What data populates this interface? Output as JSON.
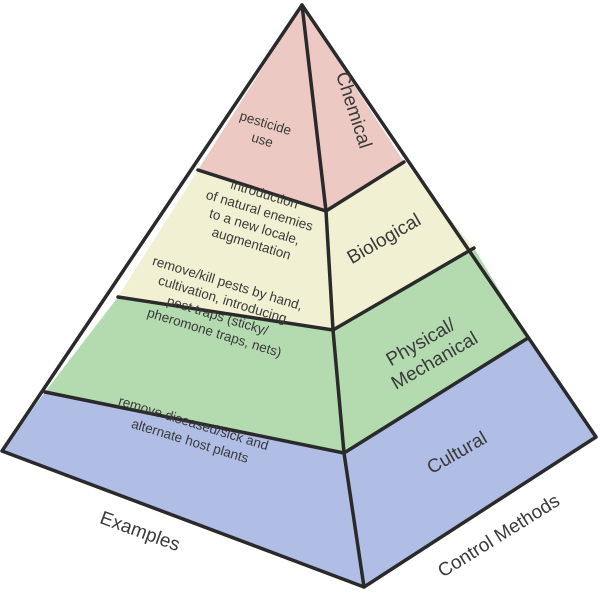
{
  "layers": [
    {
      "method": "Chemical",
      "example_lines": [
        "pesticide",
        "use"
      ],
      "colors": {
        "front": "#ecc9c2",
        "side": "#ecc9c2"
      }
    },
    {
      "method": "Biological",
      "example_lines": [
        "introduction",
        "of natural enemies",
        "to a new locale,",
        "augmentation"
      ],
      "colors": {
        "front": "#f1f0d2",
        "side": "#f1f0d2"
      }
    },
    {
      "method_lines": [
        "Physical/",
        "Mechanical"
      ],
      "example_lines": [
        "remove/kill pests by hand,",
        "cultivation, introducing",
        "pest traps (sticky/",
        "pheromone traps, nets)"
      ],
      "colors": {
        "front": "#b4dab0",
        "side": "#b4dab0"
      }
    },
    {
      "method": "Cultural",
      "example_lines": [
        "remove diseased/sick and",
        "alternate host plants"
      ],
      "colors": {
        "front": "#b0bde5",
        "side": "#b0bde5"
      }
    }
  ],
  "axis_labels": {
    "left": "Examples",
    "right": "Control Methods"
  },
  "outline_color": "#2a2a2a"
}
